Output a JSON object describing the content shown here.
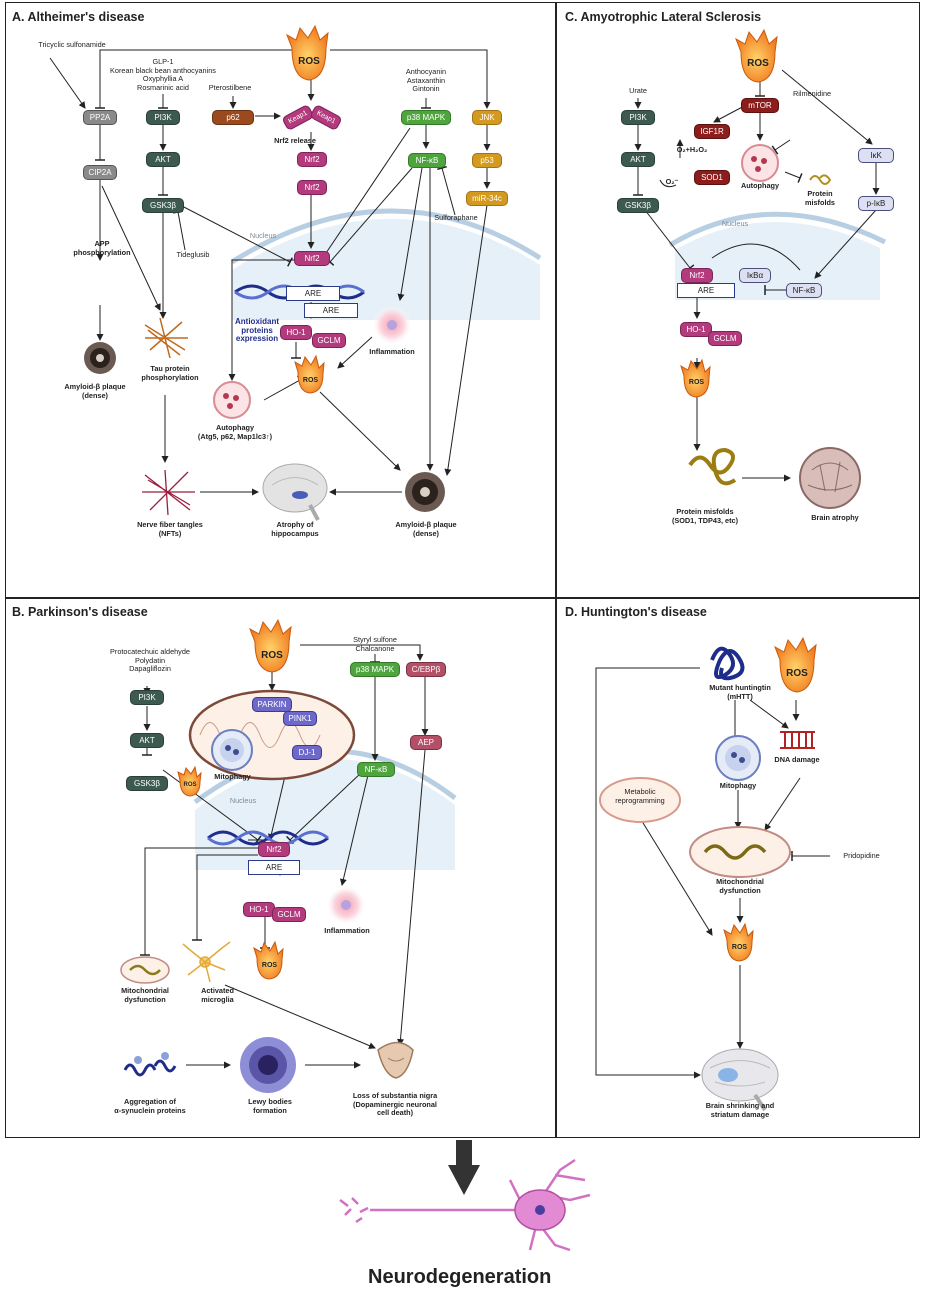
{
  "panels": {
    "a": {
      "title": "A. Altheimer's disease",
      "ros": "ROS",
      "ros_small": "ROS",
      "pills": {
        "pp2a": "PP2A",
        "cip2a": "CIP2A",
        "pi3k": "PI3K",
        "akt": "AKT",
        "gsk3b": "GSK3β",
        "p62": "p62",
        "keap1a": "Keap1",
        "keap1b": "Keap1",
        "nrf2_1": "Nrf2",
        "nrf2_2": "Nrf2",
        "p38": "p38 MAPK",
        "nfkb": "NF-κB",
        "jnk": "JNK",
        "p53": "p53",
        "mir34c": "miR-34c",
        "nrf2_nuc": "Nrf2",
        "are1": "ARE",
        "are2": "ARE",
        "ho1": "HO-1",
        "gclm": "GCLM"
      },
      "labels": {
        "tricyclic": "Tricyclic sulfonamide",
        "glp": "GLP-1\nKorean black bean anthocyanins\nOxyphyllia A\nRosmarinic acid",
        "pterostilbene": "Pterostilbene",
        "nrf2_release": "Nrf2 release",
        "anthocyanin": "Anthocyanin\nAstaxanthin\nGintonin",
        "sulforaphane": "Sulforaphane",
        "nucleus": "Nucleus",
        "tideglusib": "Tideglusib",
        "app": "APP\nphosphorylation",
        "tau": "Tau protein\nphosphorylation",
        "amyloid1": "Amyloid-β plaque\n(dense)",
        "antioxidant": "Antioxidant\nproteins\nexpression",
        "inflammation": "Inflammation",
        "autophagy": "Autophagy\n(Atg5, p62, Map1lc3↑)",
        "nft": "Nerve fiber tangles\n(NFTs)",
        "atrophy": "Atrophy of\nhippocampus",
        "amyloid2": "Amyloid-β plaque\n(dense)"
      }
    },
    "b": {
      "title": "B. Parkinson's disease",
      "ros": "ROS",
      "ros_mito": "ROS",
      "ros_small": "ROS",
      "pills": {
        "pi3k": "PI3K",
        "akt": "AKT",
        "gsk3b": "GSK3β",
        "parkin": "PARKIN",
        "pink1": "PINK1",
        "dj1": "DJ-1",
        "p38": "p38 MAPK",
        "nfkb": "NF-κB",
        "cebp": "C/EBPβ",
        "aep": "AEP",
        "nrf2": "Nrf2",
        "are": "ARE",
        "ho1": "HO-1",
        "gclm": "GCLM"
      },
      "labels": {
        "protocatechuic": "Protocatechuic aldehyde\nPolydatin\nDapagliflozin",
        "styryl": "Styryl sulfone\nChalcanone",
        "mitophagy": "Mitophagy",
        "nucleus": "Nucleus",
        "inflammation": "Inflammation",
        "mito_dys": "Mitochondrial\ndysfunction",
        "microglia": "Activated\nmicroglia",
        "aggregation": "Aggregation of\nα-synuclein proteins",
        "lewy": "Lewy bodies\nformation",
        "loss": "Loss of substantia nigra\n(Dopaminergic neuronal\ncell death)"
      }
    },
    "c": {
      "title": "C. Amyotrophic Lateral Sclerosis",
      "ros": "ROS",
      "ros_small": "ROS",
      "pills": {
        "pi3k": "PI3K",
        "akt": "AKT",
        "gsk3b": "GSK3β",
        "mtor": "mTOR",
        "igf1r": "IGF1R",
        "sod1": "SOD1",
        "ikk": "IκK",
        "pikb": "p-IκB",
        "nrf2": "Nrf2",
        "ikba": "IκBα",
        "nfkb": "NF-κB",
        "are": "ARE",
        "ho1": "HO-1",
        "gclm": "GCLM"
      },
      "labels": {
        "urate": "Urate",
        "rilmenidine": "Rilmenidine",
        "o2h2o2": "O₂+H₂O₂",
        "o2": "O₂⁻",
        "autophagy": "Autophagy",
        "misfolds_small": "Protein\nmisfolds",
        "nucleus": "Nucleus",
        "misfolds": "Protein misfolds\n(SOD1, TDP43, etc)",
        "brain_atrophy": "Brain atrophy"
      }
    },
    "d": {
      "title": "D. Huntington's disease",
      "ros": "ROS",
      "ros_small": "ROS",
      "labels": {
        "mutant": "Mutant huntingtin\n(mHTT)",
        "dna": "DNA damage",
        "mitophagy": "Mitophagy",
        "metabolic": "Metabolic\nreprogramming",
        "mito_dys": "Mitochondrial\ndysfunction",
        "pridopidine": "Pridopidine",
        "brain": "Brain shrinking and\nstriatum damage"
      }
    }
  },
  "footer": {
    "title": "Neurodegeneration"
  },
  "colors": {
    "dark_green": "#3c5a50",
    "magenta": "#b23a7d",
    "green": "#4ea43d",
    "gold": "#d49a1f",
    "brown": "#9a4a1e",
    "ros_orange": "#f08a2c",
    "dna_blue": "#1f2d8a",
    "neuron": "#d171c2"
  }
}
